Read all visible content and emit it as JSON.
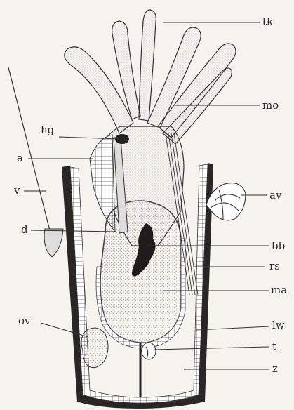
{
  "diagram": {
    "labels": {
      "tk": "tk",
      "mo": "mo",
      "hg": "hg",
      "a": "a",
      "v": "v",
      "av": "av",
      "d": "d",
      "bb": "bb",
      "rs": "rs",
      "ma": "ma",
      "ov": "ov",
      "lw": "lw",
      "t": "t",
      "z": "z"
    }
  }
}
